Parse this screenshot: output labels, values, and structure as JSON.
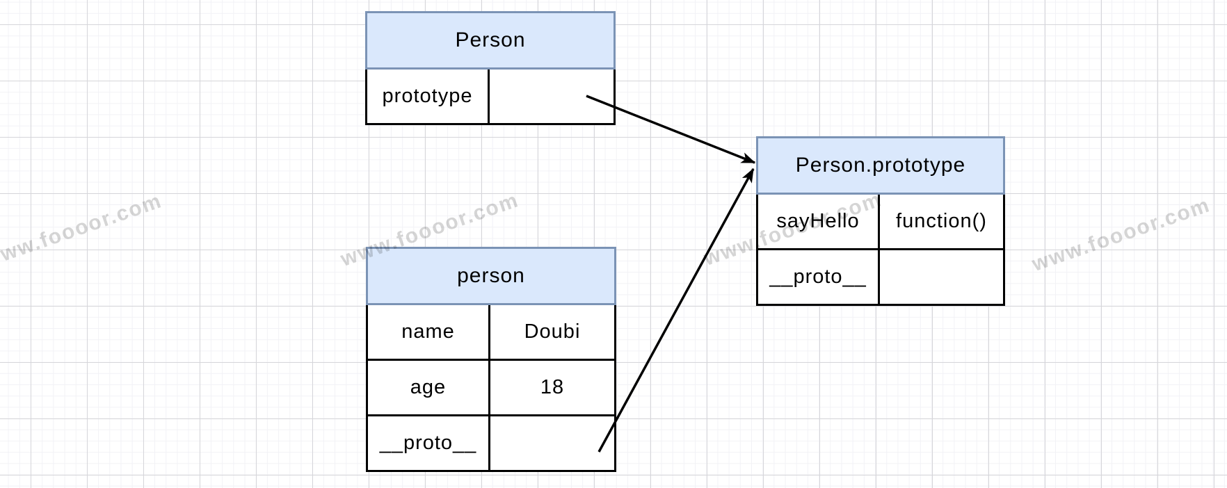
{
  "diagram": {
    "type": "prototype-chain-diagram",
    "colors": {
      "header_fill": "#dae8fc",
      "header_border": "#7b93b5",
      "cell_border": "#000000",
      "cell_fill": "#ffffff",
      "arrow": "#000000",
      "grid_minor": "#f2f2f6",
      "grid_major": "#d6d6da",
      "watermark": "#d5d5d5"
    }
  },
  "boxes": [
    {
      "title": "Person",
      "rows": [
        {
          "key": "prototype",
          "value": ""
        }
      ]
    },
    {
      "title": "person",
      "rows": [
        {
          "key": "name",
          "value": "Doubi"
        },
        {
          "key": "age",
          "value": "18"
        },
        {
          "key": "__proto__",
          "value": ""
        }
      ]
    },
    {
      "title": "Person.prototype",
      "rows": [
        {
          "key": "sayHello",
          "value": "function()"
        },
        {
          "key": "__proto__",
          "value": ""
        }
      ]
    }
  ],
  "arrows": [
    {
      "from": "Person.prototype-cell",
      "to": "Person.prototype-table"
    },
    {
      "from": "person.__proto__-cell",
      "to": "Person.prototype-table"
    }
  ],
  "watermark": {
    "text": "www.foooor.com"
  }
}
